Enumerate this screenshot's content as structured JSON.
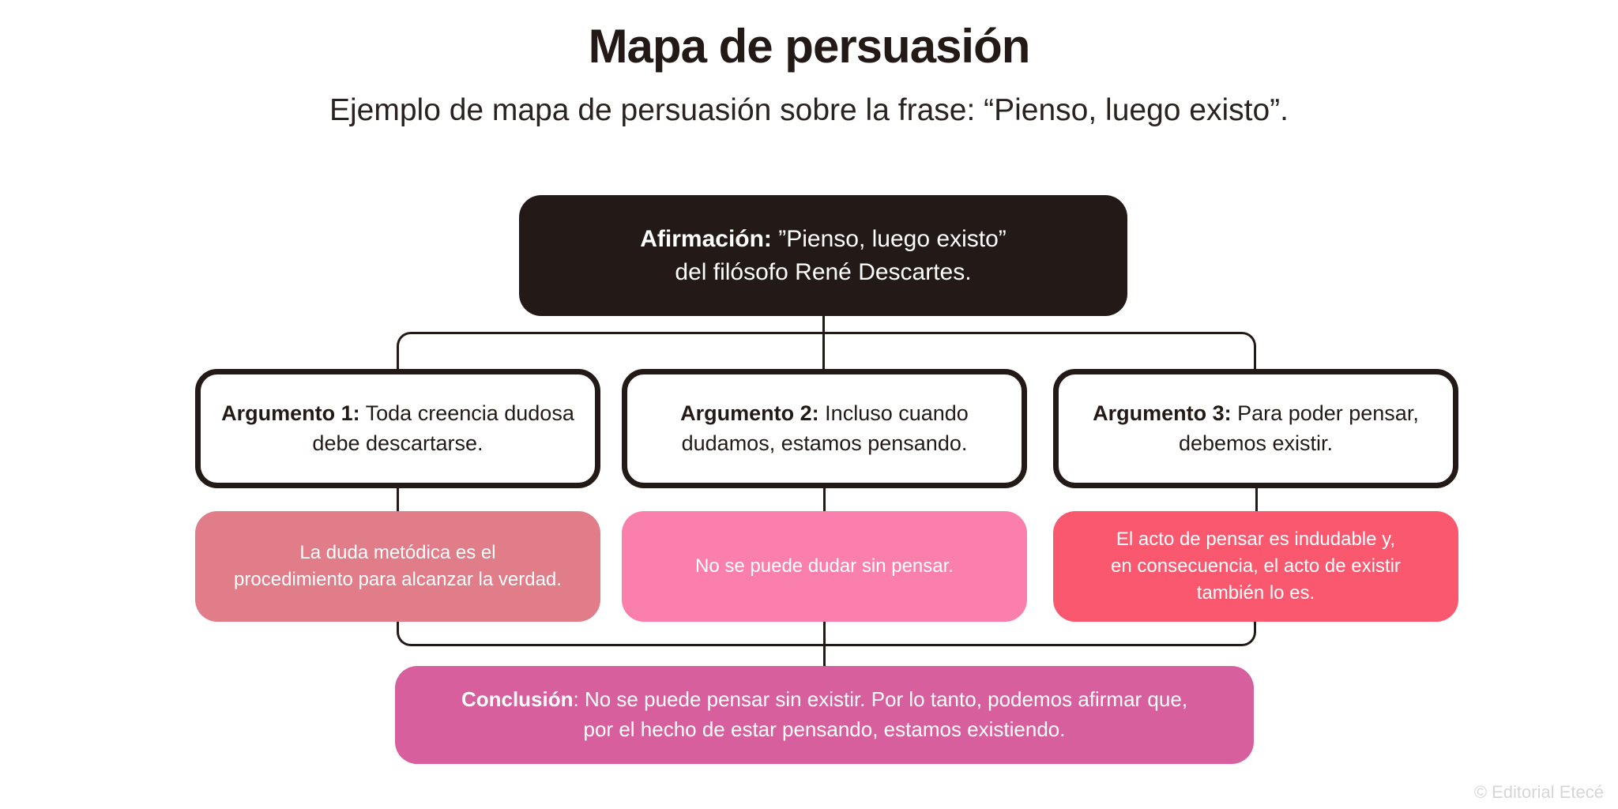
{
  "header": {
    "title": "Mapa de persuasión",
    "subtitle": "Ejemplo de mapa de persuasión sobre la frase: “Pienso, luego existo”."
  },
  "affirmation": {
    "label": "Afirmación:",
    "lines": [
      " ”Pienso, luego existo”",
      "del filósofo René Descartes."
    ]
  },
  "arguments": [
    {
      "label": "Argumento 1:",
      "lines": [
        " Toda creencia dudosa",
        "debe descartarse."
      ]
    },
    {
      "label": "Argumento 2:",
      "lines": [
        " Incluso cuando",
        "dudamos, estamos pensando."
      ]
    },
    {
      "label": "Argumento 3:",
      "lines": [
        " Para poder pensar,",
        "debemos existir."
      ]
    }
  ],
  "supports": [
    {
      "lines": [
        "La duda metódica es el",
        "procedimiento para alcanzar la verdad."
      ]
    },
    {
      "lines": [
        "No se puede dudar sin pensar."
      ]
    },
    {
      "lines": [
        "El acto de pensar es indudable y,",
        "en consecuencia, el acto de existir",
        "también lo es."
      ]
    }
  ],
  "conclusion": {
    "label": "Conclusión",
    "lines": [
      ": No se puede pensar sin existir. Por lo tanto, podemos afirmar que,",
      "por el hecho de estar pensando, estamos existiendo."
    ]
  },
  "credit": "© Editorial Etecé",
  "colors": {
    "ink": "#231a17",
    "support_1": "#e07d89",
    "support_2": "#fb7fac",
    "support_3": "#f9586e",
    "conclusion": "#d75f9d"
  }
}
